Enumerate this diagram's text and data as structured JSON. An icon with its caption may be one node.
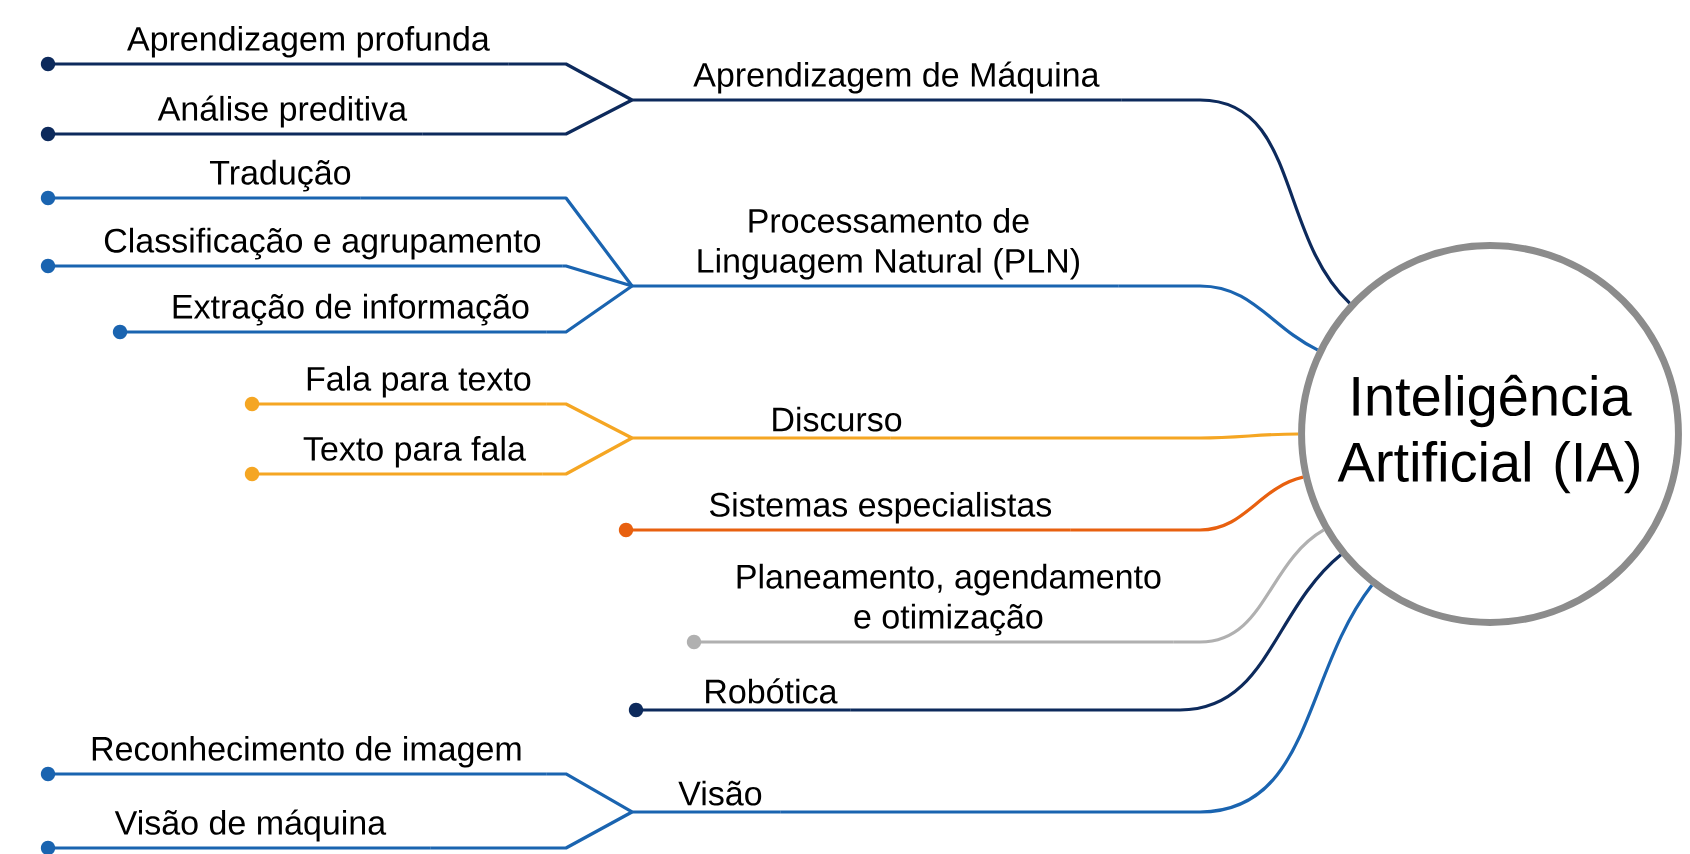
{
  "diagram": {
    "nodes": [
      {
        "text": [
          "Aprendizagem profunda"
        ]
      },
      {
        "text": [
          "Análise preditiva"
        ]
      },
      {
        "text": [
          "Aprendizagem de Máquina"
        ]
      },
      {
        "text": [
          "Tradução"
        ]
      },
      {
        "text": [
          "Classificação e agrupamento"
        ]
      },
      {
        "text": [
          "Extração de informação"
        ]
      },
      {
        "text": [
          "Processamento de Linguagem Natural (PLN)"
        ]
      },
      {
        "text": [
          "Fala para texto"
        ]
      },
      {
        "text": [
          "Texto para fala"
        ]
      },
      {
        "text": [
          "Discurso"
        ]
      },
      {
        "text": [
          "Sistemas especialistas"
        ]
      },
      {
        "text": [
          "Planeamento, agendamento e otimização"
        ]
      },
      {
        "text": [
          "Robótica"
        ]
      },
      {
        "text": [
          "Reconhecimento de imagem"
        ]
      },
      {
        "text": [
          "Visão de máquina"
        ]
      },
      {
        "text": [
          "Visão"
        ]
      },
      {
        "text": [
          "Inteligência Artificial (IA)"
        ]
      }
    ],
    "edges": [
      {
        "from": 0,
        "to": 2,
        "arrow": "none",
        "color": "#0d2a5c"
      },
      {
        "from": 1,
        "to": 2,
        "arrow": "none",
        "color": "#0d2a5c"
      },
      {
        "from": 2,
        "to": 16,
        "arrow": "none",
        "color": "#0d2a5c"
      },
      {
        "from": 3,
        "to": 6,
        "arrow": "none",
        "color": "#1a64b0"
      },
      {
        "from": 4,
        "to": 6,
        "arrow": "none",
        "color": "#1a64b0"
      },
      {
        "from": 5,
        "to": 6,
        "arrow": "none",
        "color": "#1a64b0"
      },
      {
        "from": 6,
        "to": 16,
        "arrow": "none",
        "color": "#1a64b0"
      },
      {
        "from": 7,
        "to": 9,
        "arrow": "none",
        "color": "#f5a623"
      },
      {
        "from": 8,
        "to": 9,
        "arrow": "none",
        "color": "#f5a623"
      },
      {
        "from": 9,
        "to": 16,
        "arrow": "none",
        "color": "#f5a623"
      },
      {
        "from": 10,
        "to": 16,
        "arrow": "none",
        "color": "#e8600f"
      },
      {
        "from": 11,
        "to": 16,
        "arrow": "none",
        "color": "#b0b0b0"
      },
      {
        "from": 12,
        "to": 16,
        "arrow": "none",
        "color": "#0d2a5c"
      },
      {
        "from": 13,
        "to": 15,
        "arrow": "none",
        "color": "#1a64b0"
      },
      {
        "from": 14,
        "to": 15,
        "arrow": "none",
        "color": "#1a64b0"
      },
      {
        "from": 15,
        "to": 16,
        "arrow": "none",
        "color": "#1a64b0"
      }
    ]
  }
}
